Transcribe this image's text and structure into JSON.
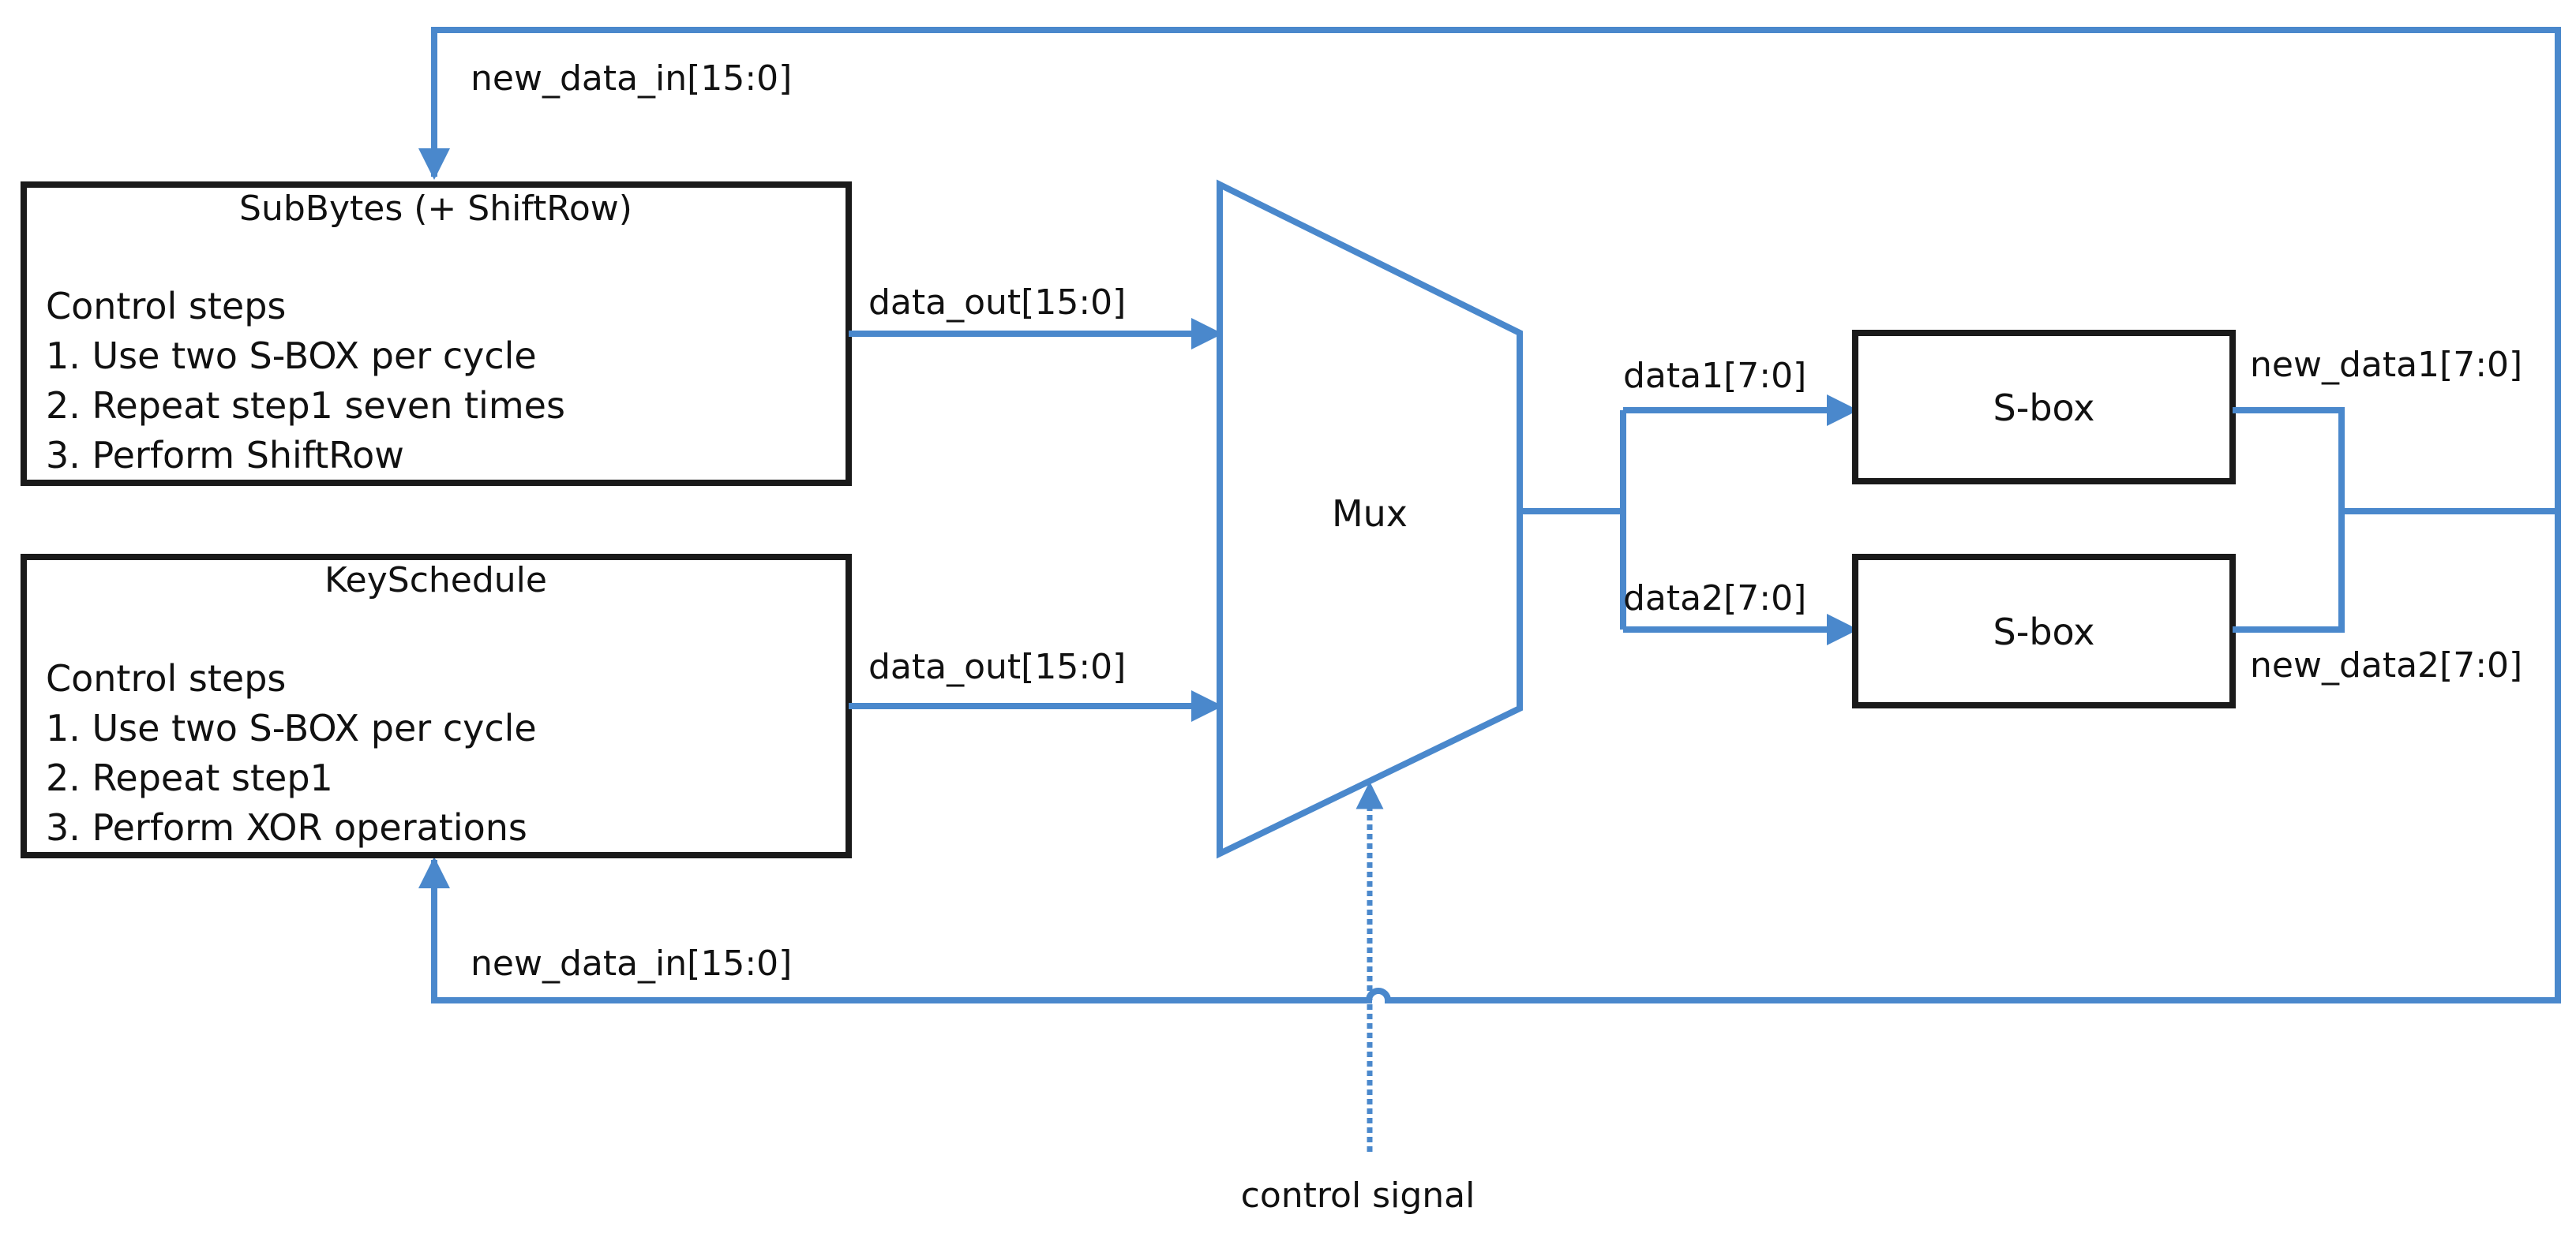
{
  "colors": {
    "wire": "#4a88cc",
    "box_border": "#1a1a1a",
    "text": "#111111",
    "background": "#ffffff"
  },
  "subbytes": {
    "title": "SubBytes (+ ShiftRow)",
    "lines": [
      "Control steps",
      "1. Use two S-BOX per cycle",
      "2. Repeat step1 seven times",
      "3. Perform ShiftRow"
    ]
  },
  "keyschedule": {
    "title": "KeySchedule",
    "lines": [
      "Control steps",
      "1. Use two S-BOX per cycle",
      "2. Repeat step1",
      "3. Perform XOR operations"
    ]
  },
  "mux": {
    "label": "Mux"
  },
  "sbox_top": {
    "label": "S-box"
  },
  "sbox_bottom": {
    "label": "S-box"
  },
  "signals": {
    "new_data_in_top": "new_data_in[15:0]",
    "new_data_in_bottom": "new_data_in[15:0]",
    "data_out_top": "data_out[15:0]",
    "data_out_bottom": "data_out[15:0]",
    "data1": "data1[7:0]",
    "data2": "data2[7:0]",
    "new_data1": "new_data1[7:0]",
    "new_data2": "new_data2[7:0]",
    "control": "control signal"
  }
}
